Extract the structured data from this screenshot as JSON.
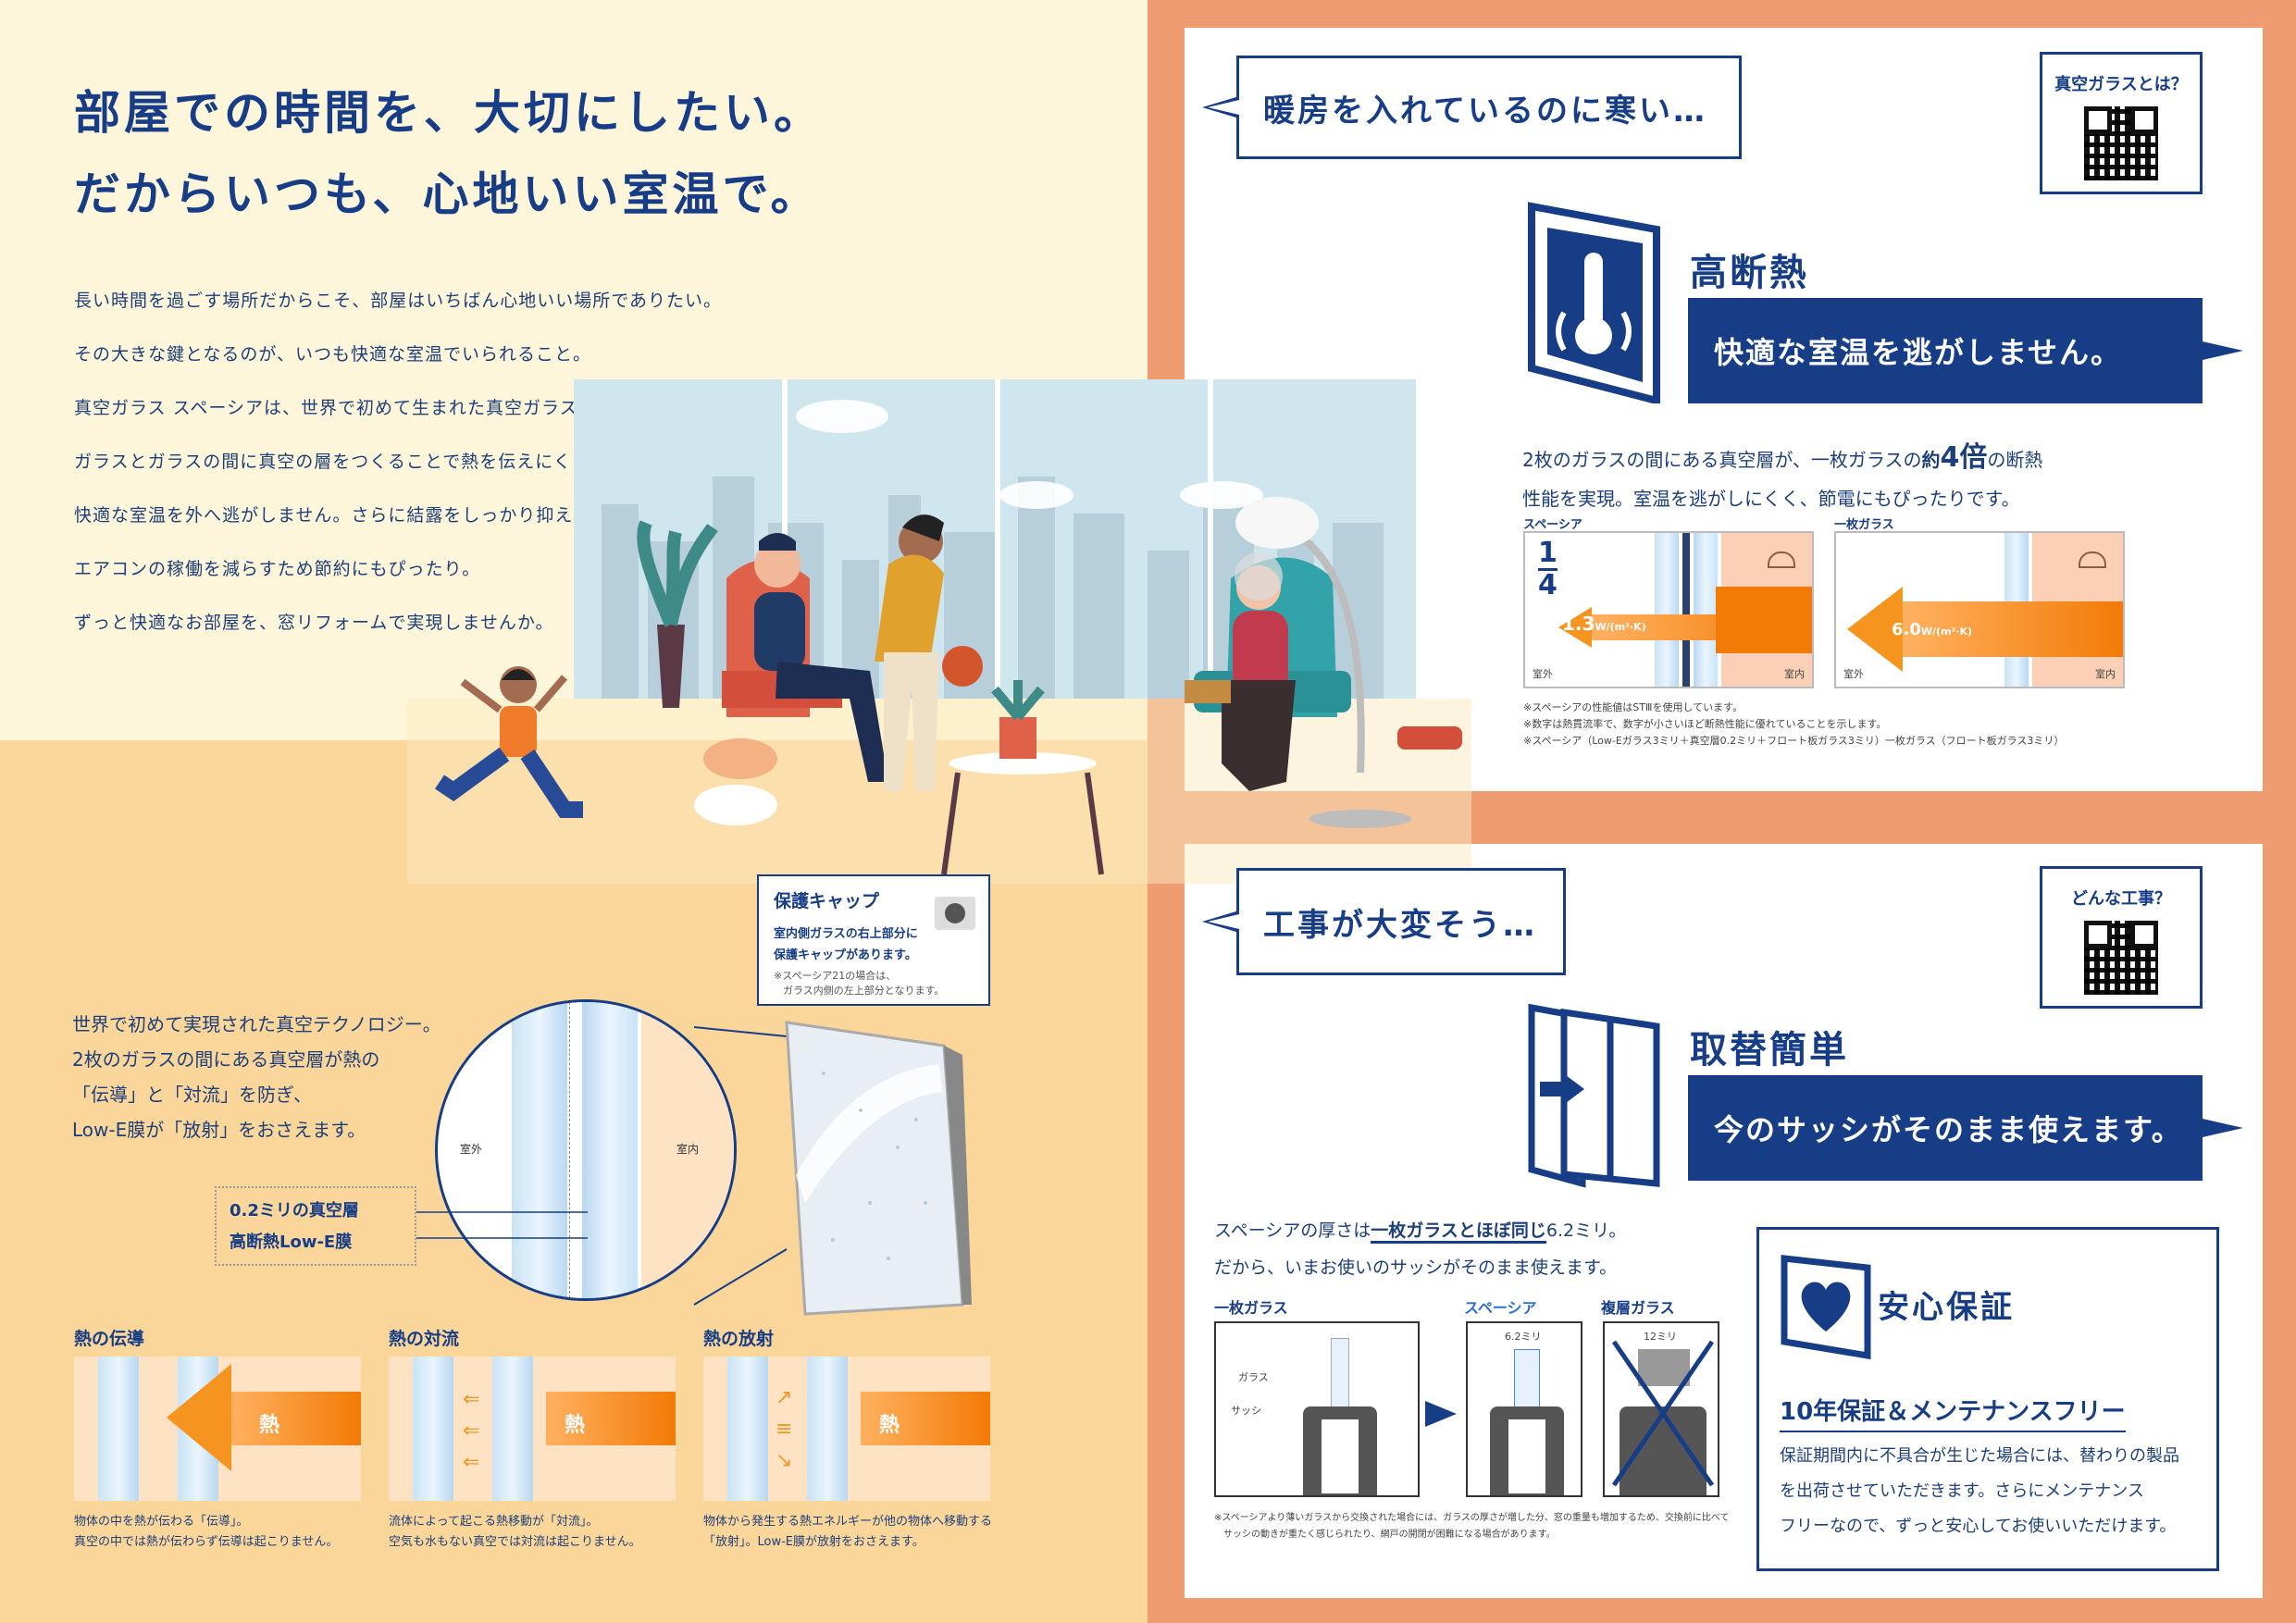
{
  "headline": {
    "line1": "部屋での時間を、大切にしたい。",
    "line2": "だからいつも、心地いい室温で。"
  },
  "intro": [
    "長い時間を過ごす場所だからこそ、部屋はいちばん心地いい場所でありたい。",
    "その大きな鍵となるのが、いつも快適な室温でいられること。",
    "真空ガラス スペーシアは、世界で初めて生まれた真空ガラス。",
    "ガラスとガラスの間に真空の層をつくることで熱を伝えにくくし、",
    "快適な室温を外へ逃がしません。さらに結露をしっかり抑え、",
    "エアコンの稼働を減らすため節約にもぴったり。",
    "ずっと快適なお部屋を、窓リフォームで実現しませんか。"
  ],
  "cap_note": {
    "title": "保護キャップ",
    "line1": "室内側ガラスの右上部分に",
    "line2": "保護キャップがあります。",
    "note1": "※スペーシア21の場合は、",
    "note2": "ガラス内側の左上部分となります。"
  },
  "tech": {
    "line1": "世界で初めて実現された真空テクノロジー。",
    "line2": "2枚のガラスの間にある真空層が熱の",
    "line3": "「伝導」と「対流」を防ぎ、",
    "line4": "Low-E膜が「放射」をおさえます。",
    "outside": "室外",
    "inside": "室内",
    "layer1": "0.2ミリの真空層",
    "layer2": "高断熱Low-E膜"
  },
  "heat": [
    {
      "title": "熱の伝導",
      "word": "熱",
      "cap1": "物体の中を熱が伝わる「伝導」。",
      "cap2": "真空の中では熱が伝わらず伝導は起こりません。"
    },
    {
      "title": "熱の対流",
      "word": "熱",
      "cap1": "流体によって起こる熱移動が「対流」。",
      "cap2": "空気も水もない真空では対流は起こりません。"
    },
    {
      "title": "熱の放射",
      "word": "熱",
      "cap1": "物体から発生する熱エネルギーが他の物体へ移動する",
      "cap2": "「放射」。Low-E膜が放射をおさえます。"
    }
  ],
  "section1": {
    "bubble": "暖房を入れているのに寒い…",
    "qr_label": "真空ガラスとは？",
    "title": "高断熱",
    "bar": "快適な室温を逃がしません。",
    "text1_a": "2枚のガラスの間にある真空層が、一枚ガラスの",
    "text1_b": "約",
    "text1_c": "4倍",
    "text1_d": "の断熱",
    "text2": "性能を実現。室温を逃がしにくく、節電にもぴったりです。",
    "diag1_label": "スペーシア",
    "diag1_frac_top": "1",
    "diag1_frac_bot": "4",
    "diag1_value": "1.3",
    "diag1_unit": "W/(m²·K)",
    "diag2_label": "一枚ガラス",
    "diag2_value": "6.0",
    "diag2_unit": "W/(m²·K)",
    "outside": "室外",
    "inside": "室内",
    "note1": "※スペーシアの性能値はSTⅢを使用しています。",
    "note2": "※数字は熱貫流率で、数字が小さいほど断熱性能に優れていることを示します。",
    "note3": "※スペーシア（Low-Eガラス3ミリ＋真空層0.2ミリ＋フロート板ガラス3ミリ）一枚ガラス（フロート板ガラス3ミリ）"
  },
  "section2": {
    "bubble": "工事が大変そう…",
    "qr_label": "どんな工事？",
    "title": "取替簡単",
    "bar": "今のサッシがそのまま使えます。",
    "text1_a": "スペーシアの厚さは",
    "text1_b": "一枚ガラスとほぼ同じ",
    "text1_c": "6.2ミリ。",
    "text2": "だから、いまお使いのサッシがそのまま使えます。",
    "col1": "一枚ガラス",
    "col2": "スペーシア",
    "col3": "複層ガラス",
    "glass_label": "ガラス",
    "sash_label": "サッシ",
    "dim2": "6.2ミリ",
    "dim3": "12ミリ",
    "note1": "※スペーシアより薄いガラスから交換された場合には、ガラスの厚さが増した分、窓の重量も増加するため、交換前に比べて",
    "note2": "サッシの動きが重たく感じられたり、網戸の開閉が困難になる場合があります。"
  },
  "warranty": {
    "title": "安心保証",
    "subtitle": "10年保証＆メンテナンスフリー",
    "line1": "保証期間内に不具合が生じた場合には、替わりの製品",
    "line2": "を出荷させていただきます。さらにメンテナンス",
    "line3": "フリーなので、ずっと安心してお使いいただけます。"
  },
  "colors": {
    "navy": "#163d86",
    "orange": "#f27a06",
    "salmon": "#ef9c73",
    "cream": "#fef6da",
    "sand": "#fbd69a"
  }
}
